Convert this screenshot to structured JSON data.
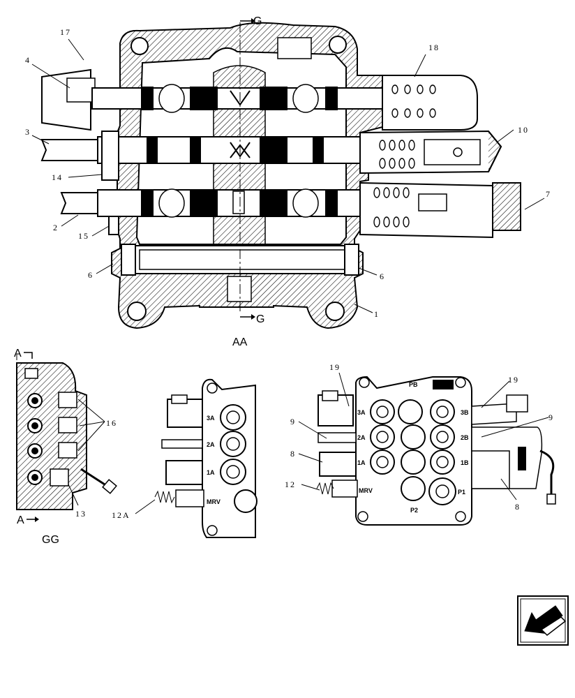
{
  "section_labels": {
    "g_top": "G",
    "g_bottom": "G",
    "a_top": "A",
    "a_bottom": "A",
    "view_aa": "AA",
    "view_gg": "GG"
  },
  "callouts": {
    "c17": "17",
    "c18": "18",
    "c4": "4",
    "c3": "3",
    "c10": "10",
    "c14": "14",
    "c7": "7",
    "c2": "2",
    "c15": "15",
    "c6_left": "6",
    "c6_right": "6",
    "c1": "1",
    "c16": "16",
    "c13": "13",
    "c12a": "12A",
    "c19_left": "19",
    "c19_right": "19",
    "c9_left": "9",
    "c9_right": "9",
    "c8_left": "8",
    "c8_right": "8",
    "c12": "12"
  },
  "ports_middle": {
    "p3a": "3A",
    "p2a": "2A",
    "p1a": "1A",
    "mrv": "MRV"
  },
  "ports_right": {
    "pb": "PB",
    "p3a": "3A",
    "p3b": "3B",
    "p2a": "2A",
    "p2b": "2B",
    "p1a": "1A",
    "p1b": "1B",
    "mrv": "MRV",
    "p1": "P1",
    "p2": "P2"
  },
  "nav_icon": "previous-arrow-icon",
  "colors": {
    "ink": "#000000",
    "paper": "#ffffff",
    "hatch": "#000000"
  }
}
